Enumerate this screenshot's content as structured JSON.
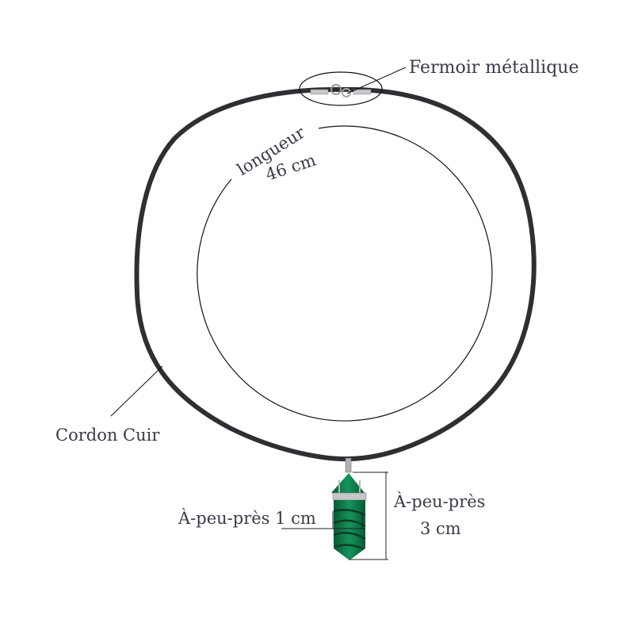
{
  "labels": {
    "clasp": "Fermoir métallique",
    "length_word": "longueur",
    "length_value": "46 cm",
    "cord": "Cordon Cuir",
    "width": "À-peu-près 1 cm",
    "height_word": "À-peu-près",
    "height_value": "3 cm"
  },
  "colors": {
    "cord": "#2e2f33",
    "stone": "#0f7a4a",
    "text": "#3a3a4a"
  }
}
